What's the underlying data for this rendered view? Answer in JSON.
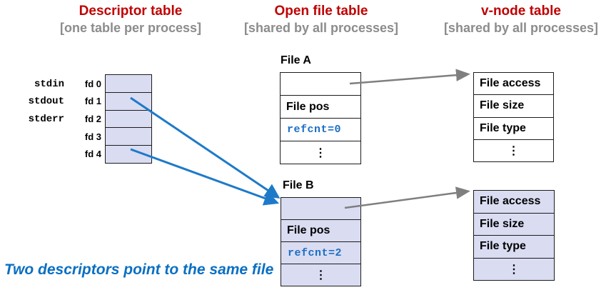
{
  "headers": [
    {
      "title": "Descriptor table",
      "subtitle": "[one table per process]"
    },
    {
      "title": "Open file table",
      "subtitle": "[shared by all processes]"
    },
    {
      "title": "v-node table",
      "subtitle": "[shared by all processes]"
    }
  ],
  "descriptor_table": {
    "std_labels": [
      "stdin",
      "stdout",
      "stderr"
    ],
    "fd_labels": [
      "fd 0",
      "fd 1",
      "fd 2",
      "fd 3",
      "fd 4"
    ]
  },
  "open_file_tables": [
    {
      "title": "File A",
      "rows": [
        "",
        "File pos",
        "refcnt=0",
        "⋮"
      ]
    },
    {
      "title": "File B",
      "rows": [
        "",
        "File pos",
        "refcnt=2",
        "⋮"
      ]
    }
  ],
  "vnode_tables": [
    {
      "rows": [
        "File access",
        "File size",
        "File type",
        "⋮"
      ]
    },
    {
      "rows": [
        "File access",
        "File size",
        "File type",
        "⋮"
      ]
    }
  ],
  "caption": "Two descriptors point to the same file",
  "colors": {
    "header_red": "#c00000",
    "subtitle_gray": "#8c8c8c",
    "cell_fill_lavender": "#dadcf2",
    "arrow_blue": "#1e7ac9",
    "text_blue": "#1b6fc4",
    "caption_blue": "#0a6fc2",
    "arrow_gray": "#7f7f7f",
    "border_black": "#1c1c1c"
  }
}
